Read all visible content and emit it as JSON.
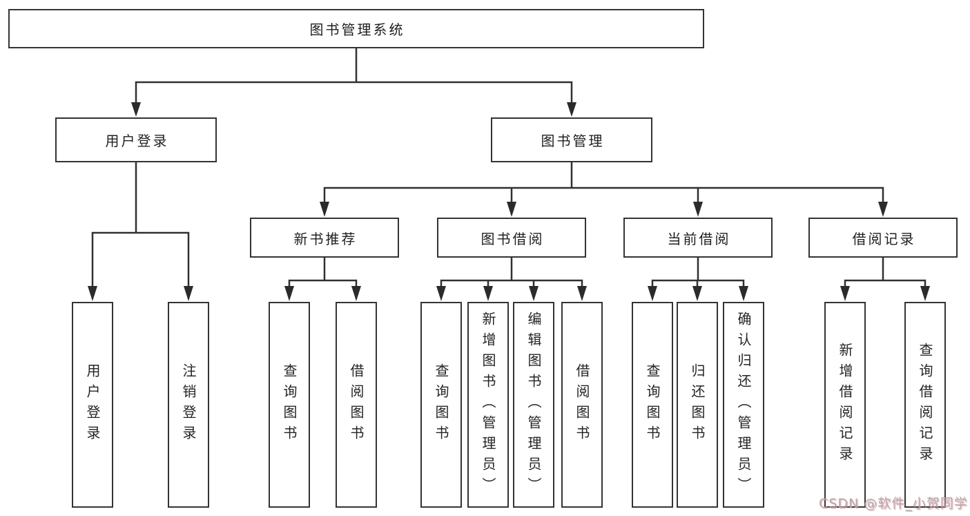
{
  "diagram": {
    "root": "图书管理系统",
    "user_login": {
      "label": "用户登录",
      "children": [
        "用户登录",
        "注销登录"
      ]
    },
    "book_mgmt": {
      "label": "图书管理",
      "groups": [
        {
          "label": "新书推荐",
          "children": [
            "查询图书",
            "借阅图书"
          ]
        },
        {
          "label": "图书借阅",
          "children": [
            "查询图书",
            "新增图书（管理员）",
            "编辑图书（管理员）",
            "借阅图书"
          ]
        },
        {
          "label": "当前借阅",
          "children": [
            "查询图书",
            "归还图书",
            "确认归还（管理员）"
          ]
        },
        {
          "label": "借阅记录",
          "children": [
            "新增借阅记录",
            "查询借阅记录"
          ]
        }
      ]
    }
  },
  "watermark": {
    "text": "CSDN @软件_小贺同学"
  },
  "colors": {
    "line": "#303030",
    "border": "#333333",
    "background": "#ffffff",
    "watermark": "#a8a4a4"
  }
}
